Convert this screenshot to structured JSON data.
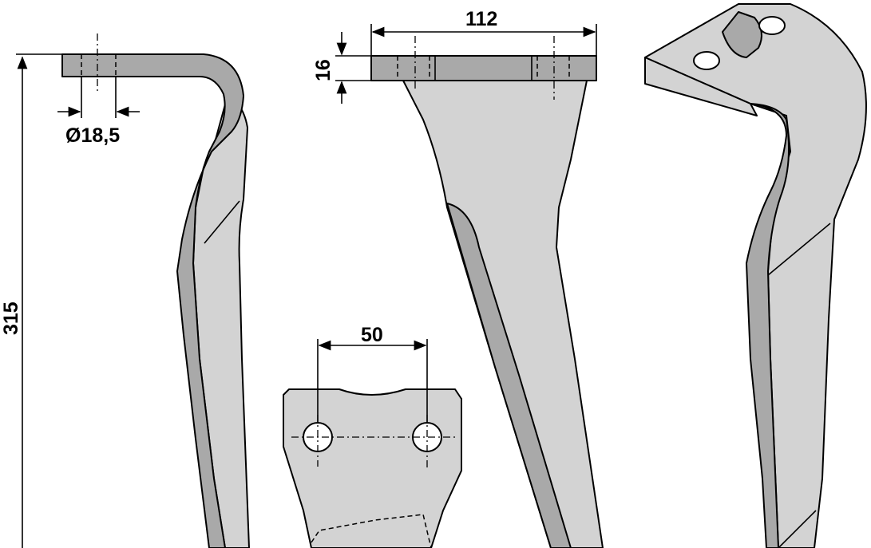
{
  "title": "Rotary harrow tine technical drawing",
  "colors": {
    "face": "#d3d3d3",
    "edge": "#a9a9a9",
    "line": "#000000"
  },
  "dimensions": {
    "total_height": "315",
    "hole_diameter": "Ø18,5",
    "plate_width": "112",
    "plate_thickness": "16",
    "hole_spacing": "50"
  }
}
